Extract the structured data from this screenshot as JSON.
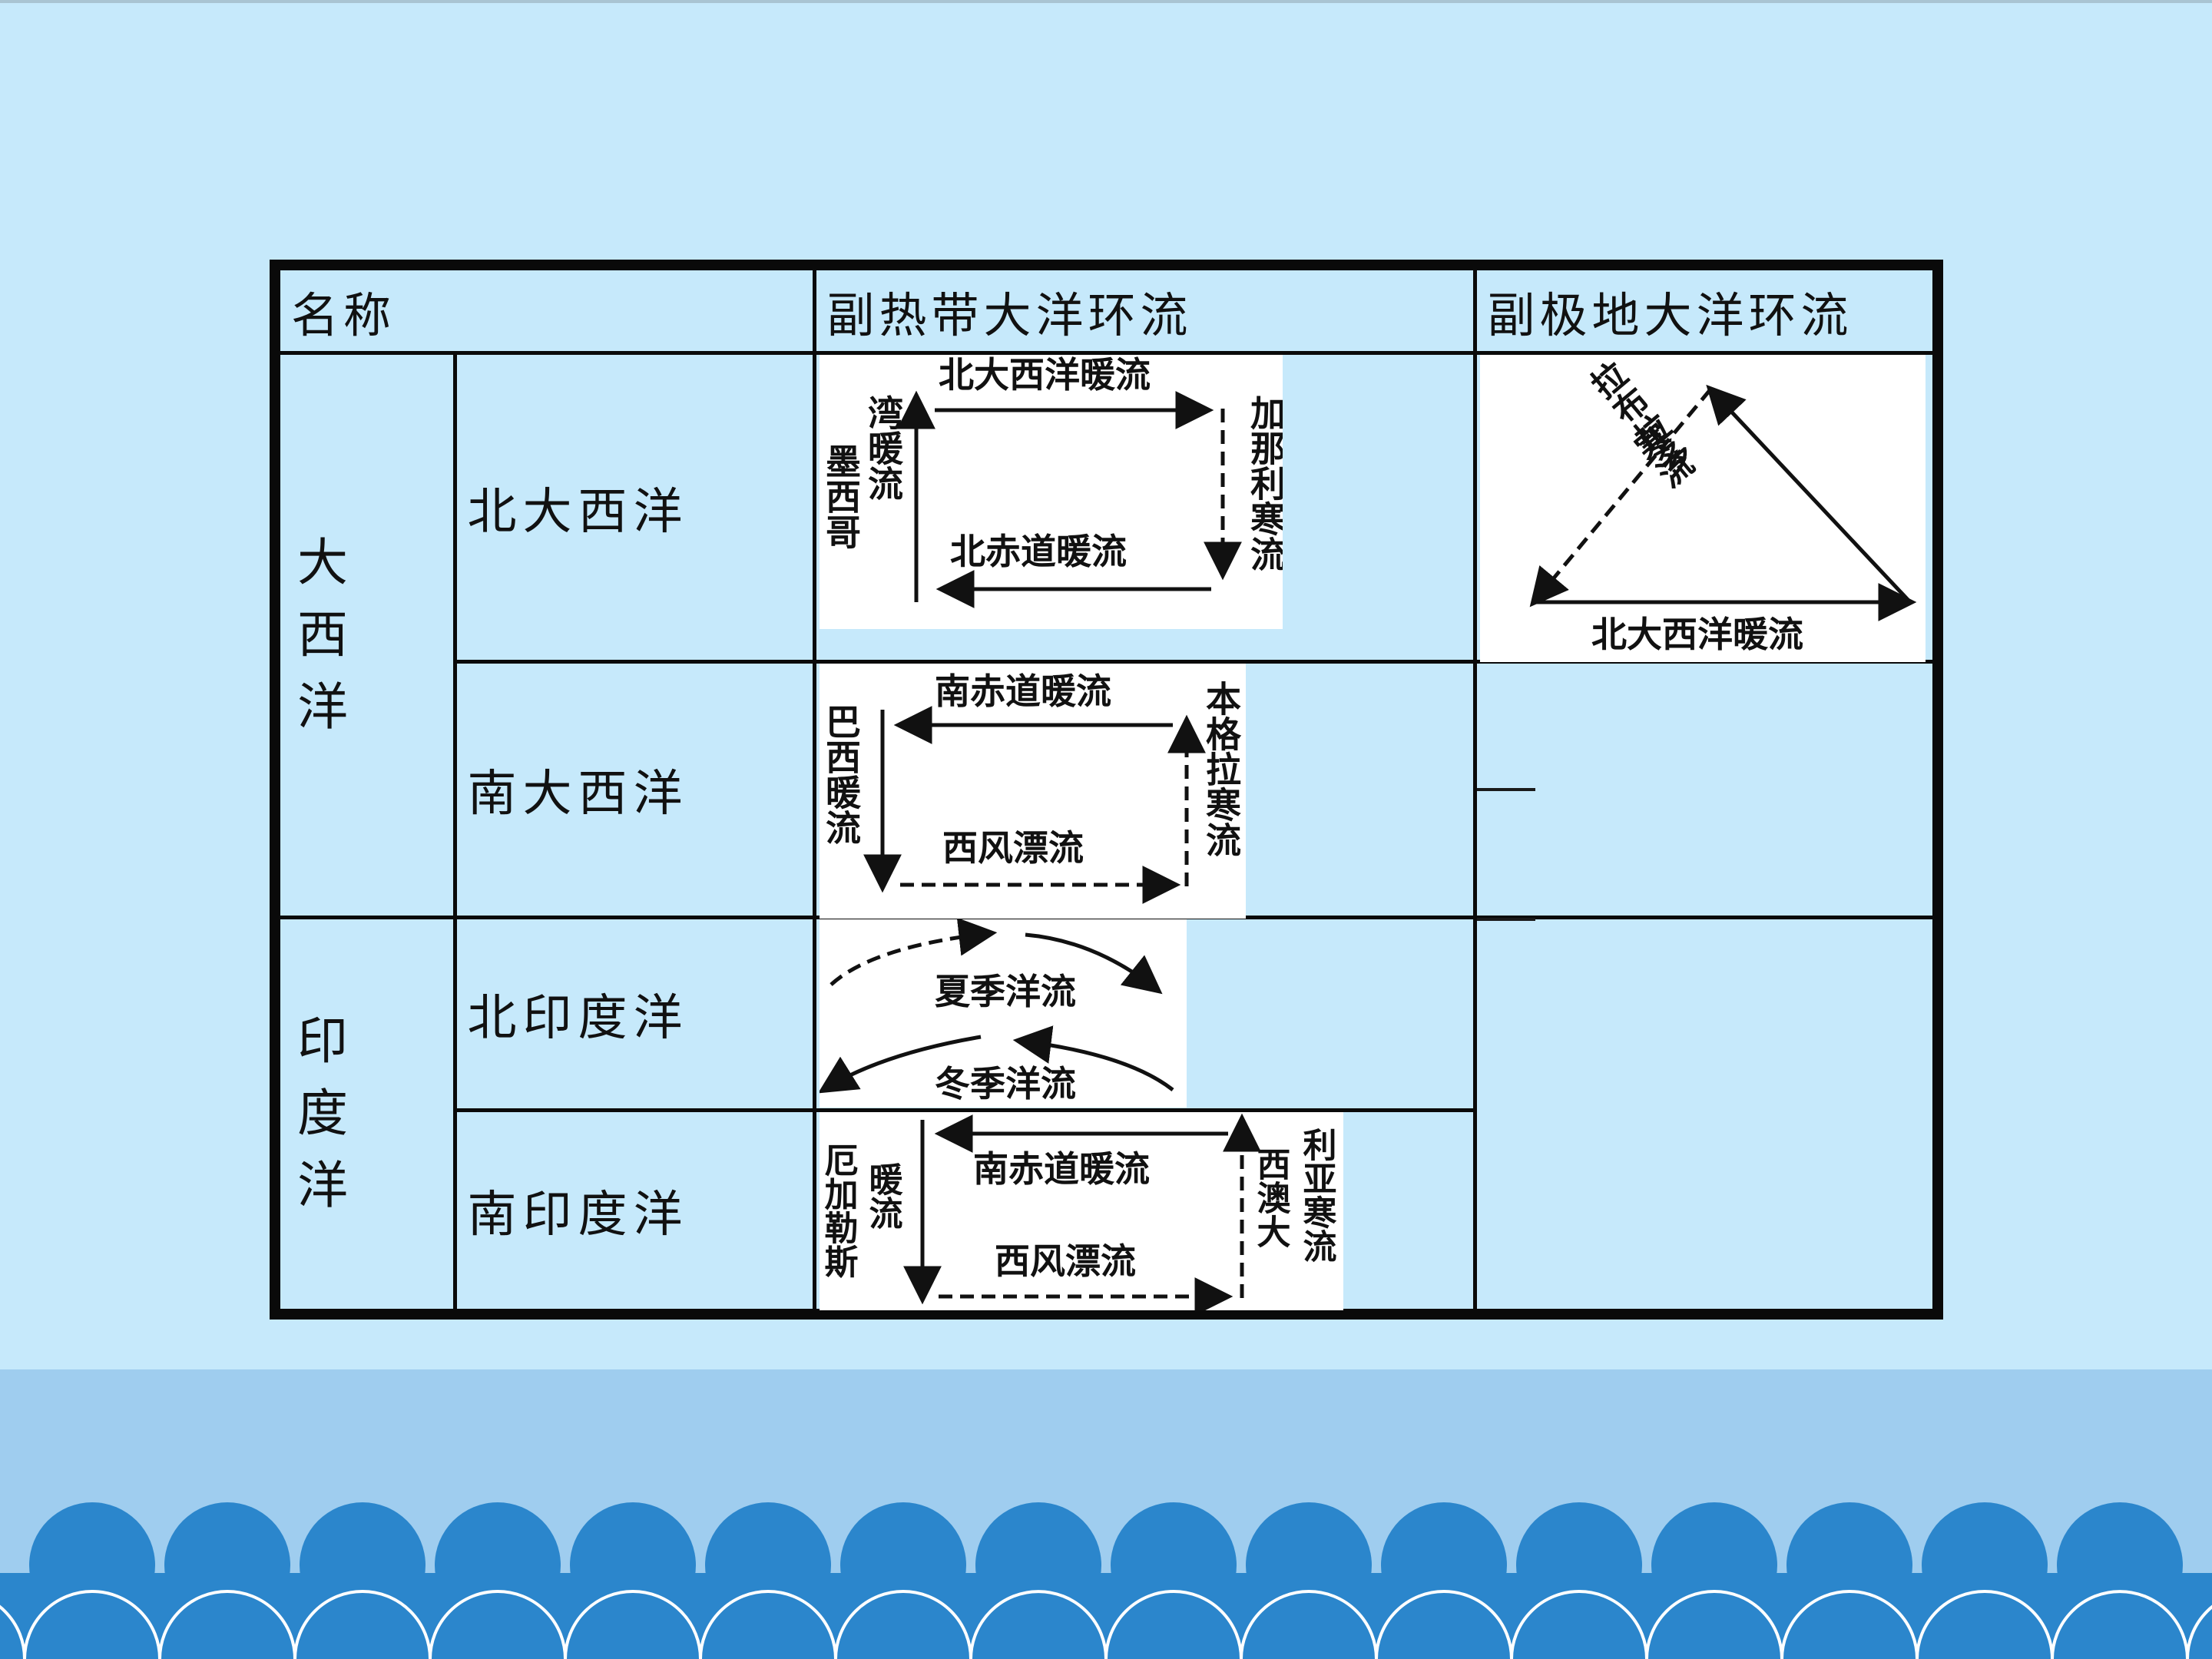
{
  "table": {
    "headers": {
      "name": "名称",
      "subtropical": "副热带大洋环流",
      "subpolar": "副极地大洋环流"
    },
    "oceans": [
      {
        "name": "大西洋",
        "regions": [
          {
            "name": "北大西洋"
          },
          {
            "name": "南大西洋",
            "subpolar": "—"
          }
        ]
      },
      {
        "name": "印度洋",
        "regions": [
          {
            "name": "北印度洋"
          },
          {
            "name": "南印度洋"
          }
        ],
        "subpolar": "—"
      }
    ]
  },
  "diagrams": {
    "north_atlantic_sub": {
      "top": "北大西洋暖流",
      "bottom": "北赤道暖流",
      "left_col1": "墨西哥",
      "left_col2": "湾暖流",
      "right": "加那利寒流"
    },
    "north_atlantic_polar": {
      "left_col1": "拉布拉多",
      "left_col2": "寒流",
      "bottom": "北大西洋暖流"
    },
    "south_atlantic_sub": {
      "top": "南赤道暖流",
      "bottom": "西风漂流",
      "left": "巴西暖流",
      "right": "本格拉寒流"
    },
    "north_indian": {
      "summer": "夏季洋流",
      "winter": "冬季洋流"
    },
    "south_indian": {
      "top": "南赤道暖流",
      "bottom": "西风漂流",
      "left_col1": "厄加勒斯",
      "left_col2": "暖流",
      "right_col1": "西澳大",
      "right_col2": "利亚寒流"
    }
  }
}
